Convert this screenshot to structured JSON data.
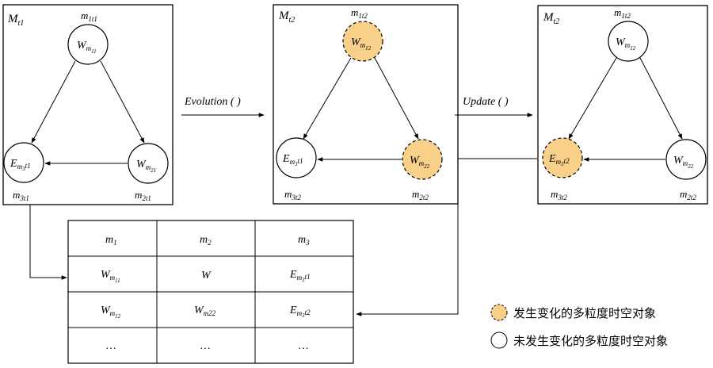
{
  "colors": {
    "changed_fill": "#F8D08A",
    "stroke": "#000000",
    "background": "#ffffff"
  },
  "panels": [
    {
      "label": {
        "main": "M",
        "sub": "t1"
      },
      "nodes": {
        "top": {
          "label": {
            "main": "m",
            "sub": "1t1"
          },
          "text": {
            "main": "W",
            "sub": "m",
            "subsub": "11"
          }
        },
        "left": {
          "label": {
            "main": "m",
            "sub": "3t1"
          },
          "text": {
            "main": "E",
            "sub": "m",
            "subsub": "3",
            "subtail": "t1"
          }
        },
        "right": {
          "label": {
            "main": "m",
            "sub": "2t1"
          },
          "text": {
            "main": "W",
            "sub": "m",
            "subsub": "21"
          }
        }
      }
    },
    {
      "label": {
        "main": "M",
        "sub": "t2"
      },
      "nodes": {
        "top": {
          "label": {
            "main": "m",
            "sub": "1t2"
          },
          "text": {
            "main": "W",
            "sub": "m",
            "subsub": "12"
          }
        },
        "left": {
          "label": {
            "main": "m",
            "sub": "3t2"
          },
          "text": {
            "main": "E",
            "sub": "m",
            "subsub": "3",
            "subtail": "t1"
          }
        },
        "right": {
          "label": {
            "main": "m",
            "sub": "2t2"
          },
          "text": {
            "main": "W",
            "sub": "m",
            "subsub": "22"
          }
        }
      }
    },
    {
      "label": {
        "main": "M",
        "sub": "t2"
      },
      "nodes": {
        "top": {
          "label": {
            "main": "m",
            "sub": "1t2"
          },
          "text": {
            "main": "W",
            "sub": "m",
            "subsub": "12"
          }
        },
        "left": {
          "label": {
            "main": "m",
            "sub": "3t2"
          },
          "text": {
            "main": "E",
            "sub": "m",
            "subsub": "3",
            "subtail": "t2"
          }
        },
        "right": {
          "label": {
            "main": "m",
            "sub": "2t2"
          },
          "text": {
            "main": "W",
            "sub": "m",
            "subsub": "22"
          }
        }
      }
    }
  ],
  "arrows": {
    "evolution": "Evolution ( )",
    "update": "Update ( )"
  },
  "table": {
    "header": [
      "m1",
      "m2",
      "m3"
    ],
    "rows": [
      [
        "W m 11",
        "W",
        "E m3 t1"
      ],
      [
        "W m 12",
        "W m22",
        "E m3 t2"
      ],
      [
        "…",
        "…",
        "…"
      ]
    ]
  },
  "legend": {
    "changed": "发生变化的多粒度时空对象",
    "unchanged": "未发生变化的多粒度时空对象"
  }
}
